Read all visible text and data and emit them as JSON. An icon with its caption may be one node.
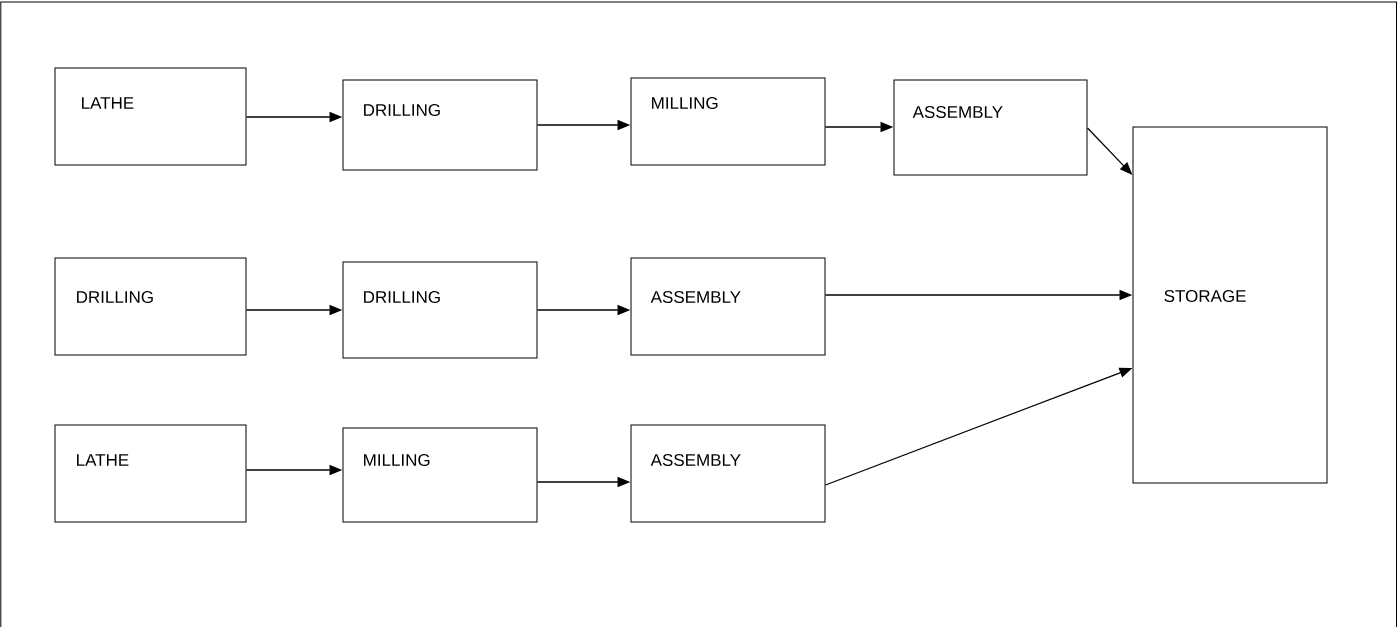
{
  "diagram": {
    "nodes": [
      {
        "text": [
          "LATHE"
        ]
      },
      {
        "text": [
          "DRILLING"
        ]
      },
      {
        "text": [
          "MILLING"
        ]
      },
      {
        "text": [
          "ASSEMBLY"
        ]
      },
      {
        "text": [
          "STORAGE"
        ]
      },
      {
        "text": [
          "DRILLING"
        ]
      },
      {
        "text": [
          "DRILLING"
        ]
      },
      {
        "text": [
          "ASSEMBLY"
        ]
      },
      {
        "text": [
          "LATHE"
        ]
      },
      {
        "text": [
          "MILLING"
        ]
      },
      {
        "text": [
          "ASSEMBLY"
        ]
      }
    ],
    "edges": [
      {
        "from": 0,
        "to": 1,
        "arrow": "to"
      },
      {
        "from": 1,
        "to": 2,
        "arrow": "to"
      },
      {
        "from": 2,
        "to": 3,
        "arrow": "to"
      },
      {
        "from": 3,
        "to": 4,
        "arrow": "to"
      },
      {
        "from": 5,
        "to": 6,
        "arrow": "to"
      },
      {
        "from": 6,
        "to": 7,
        "arrow": "to"
      },
      {
        "from": 7,
        "to": 4,
        "arrow": "to"
      },
      {
        "from": 8,
        "to": 9,
        "arrow": "to"
      },
      {
        "from": 9,
        "to": 10,
        "arrow": "to"
      },
      {
        "from": 10,
        "to": 4,
        "arrow": "to"
      }
    ]
  }
}
